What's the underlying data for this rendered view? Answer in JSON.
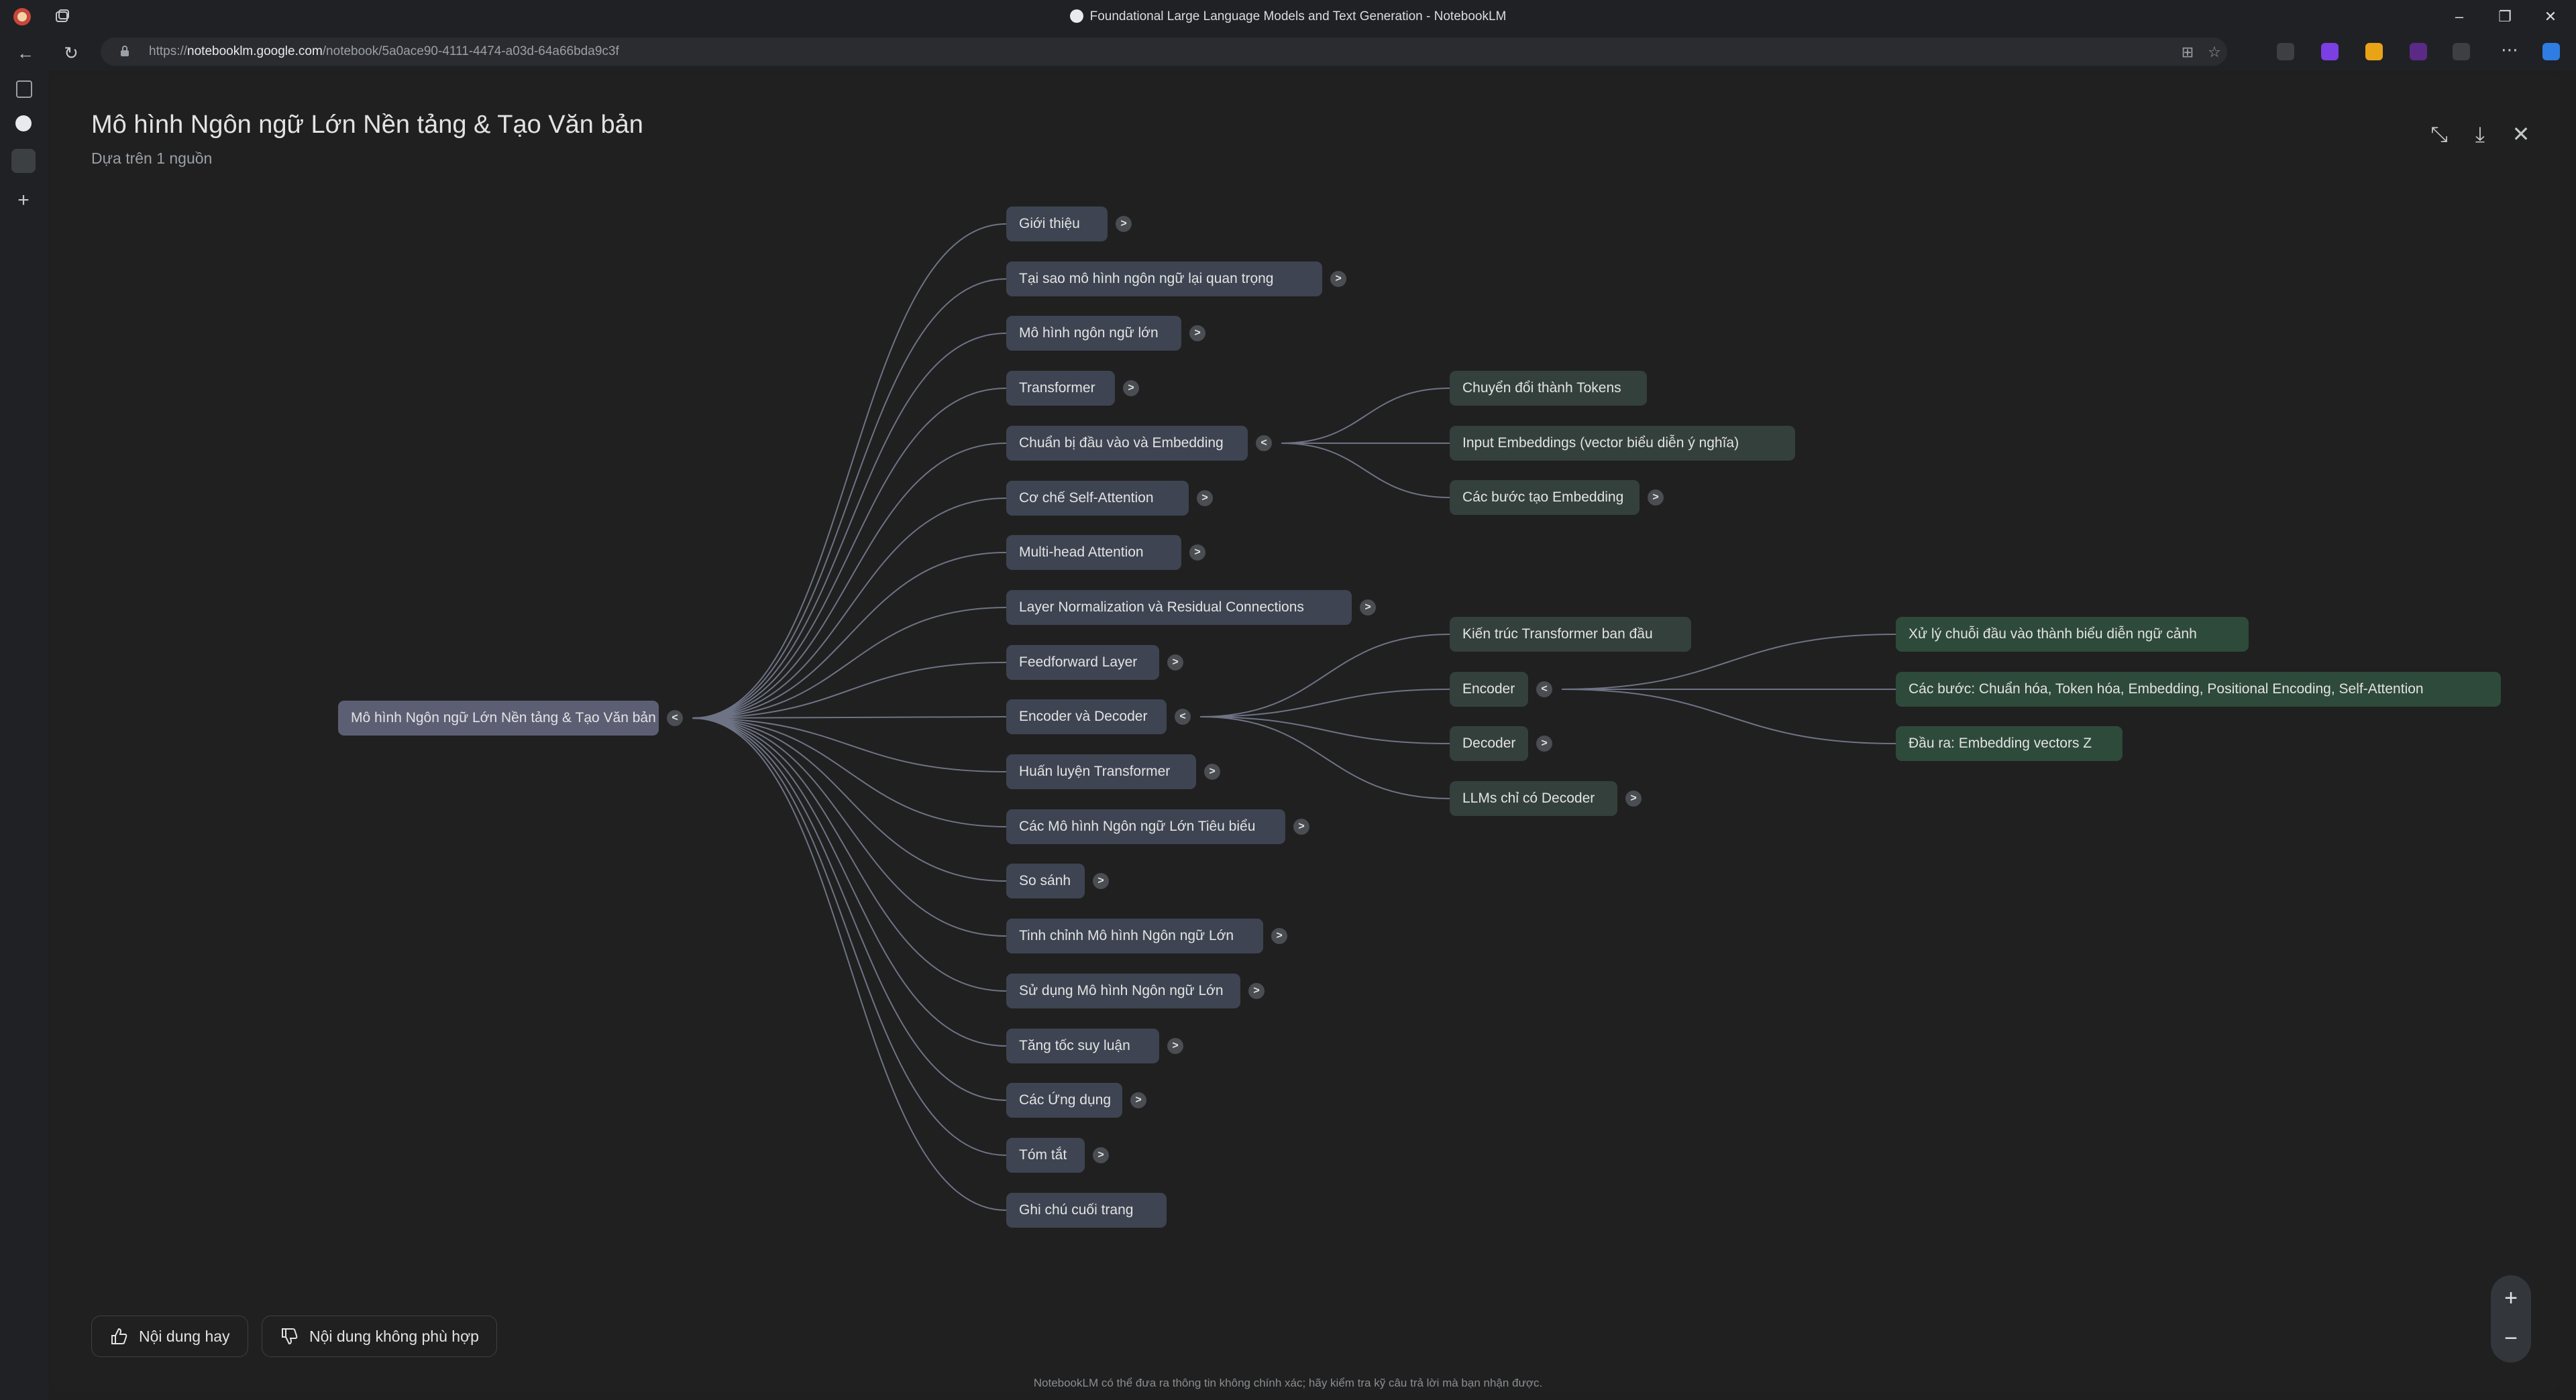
{
  "browser": {
    "window_title": "Foundational Large Language Models and Text Generation - NotebookLM",
    "url_prefix": "https://",
    "url_host": "notebooklm.google.com",
    "url_path": "/notebook/5a0ace90-4111-4474-a03d-64a66bda9c3f"
  },
  "panel": {
    "title": "Mô hình Ngôn ngữ Lớn Nền tảng & Tạo Văn bản",
    "subtitle": "Dựa trên 1 nguồn"
  },
  "mindmap": {
    "root": "Mô hình Ngôn ngữ Lớn Nền tảng & Tạo Văn bản",
    "level1": [
      {
        "label": "Giới thiệu",
        "toggle": ">"
      },
      {
        "label": "Tại sao mô hình ngôn ngữ lại quan trọng",
        "toggle": ">"
      },
      {
        "label": "Mô hình ngôn ngữ lớn",
        "toggle": ">"
      },
      {
        "label": "Transformer",
        "toggle": ">"
      },
      {
        "label": "Chuẩn bị đầu vào và Embedding",
        "toggle": "<"
      },
      {
        "label": "Cơ chế Self-Attention",
        "toggle": ">"
      },
      {
        "label": "Multi-head Attention",
        "toggle": ">"
      },
      {
        "label": "Layer Normalization và Residual Connections",
        "toggle": ">"
      },
      {
        "label": "Feedforward Layer",
        "toggle": ">"
      },
      {
        "label": "Encoder và Decoder",
        "toggle": "<"
      },
      {
        "label": "Huấn luyện Transformer",
        "toggle": ">"
      },
      {
        "label": "Các Mô hình Ngôn ngữ Lớn Tiêu biểu",
        "toggle": ">"
      },
      {
        "label": "So sánh",
        "toggle": ">"
      },
      {
        "label": "Tinh chỉnh Mô hình Ngôn ngữ Lớn",
        "toggle": ">"
      },
      {
        "label": "Sử dụng Mô hình Ngôn ngữ Lớn",
        "toggle": ">"
      },
      {
        "label": "Tăng tốc suy luận",
        "toggle": ">"
      },
      {
        "label": "Các Ứng dụng",
        "toggle": ">"
      },
      {
        "label": "Tóm tắt",
        "toggle": ">"
      },
      {
        "label": "Ghi chú cuối trang",
        "toggle": ""
      }
    ],
    "embedding_children": [
      {
        "label": "Chuyển đổi thành Tokens",
        "toggle": ""
      },
      {
        "label": "Input Embeddings (vector biểu diễn ý nghĩa)",
        "toggle": ""
      },
      {
        "label": "Các bước tạo Embedding",
        "toggle": ">"
      }
    ],
    "encdec_children": [
      {
        "label": "Kiến trúc Transformer ban đầu",
        "toggle": ""
      },
      {
        "label": "Encoder",
        "toggle": "<"
      },
      {
        "label": "Decoder",
        "toggle": ">"
      },
      {
        "label": "LLMs chỉ có Decoder",
        "toggle": ">"
      }
    ],
    "encoder_children": [
      {
        "label": "Xử lý chuỗi đầu vào thành biểu diễn ngữ cảnh"
      },
      {
        "label": "Các bước: Chuẩn hóa, Token hóa, Embedding, Positional Encoding, Self-Attention"
      },
      {
        "label": "Đầu ra: Embedding vectors Z"
      }
    ]
  },
  "feedback": {
    "good_label": "Nội dung hay",
    "bad_label": "Nội dung không phù hợp"
  },
  "zoom": {
    "in": "+",
    "out": "−"
  },
  "footer": {
    "disclaimer": "NotebookLM có thể đưa ra thông tin không chính xác; hãy kiểm tra kỹ câu trả lời mà bạn nhận được."
  },
  "colors": {
    "root_node": "#5c5f74",
    "level1_node": "#3e4451",
    "level2_node": "#34403b",
    "level3_node": "#2e4a3a",
    "edge": "#6e7385"
  }
}
